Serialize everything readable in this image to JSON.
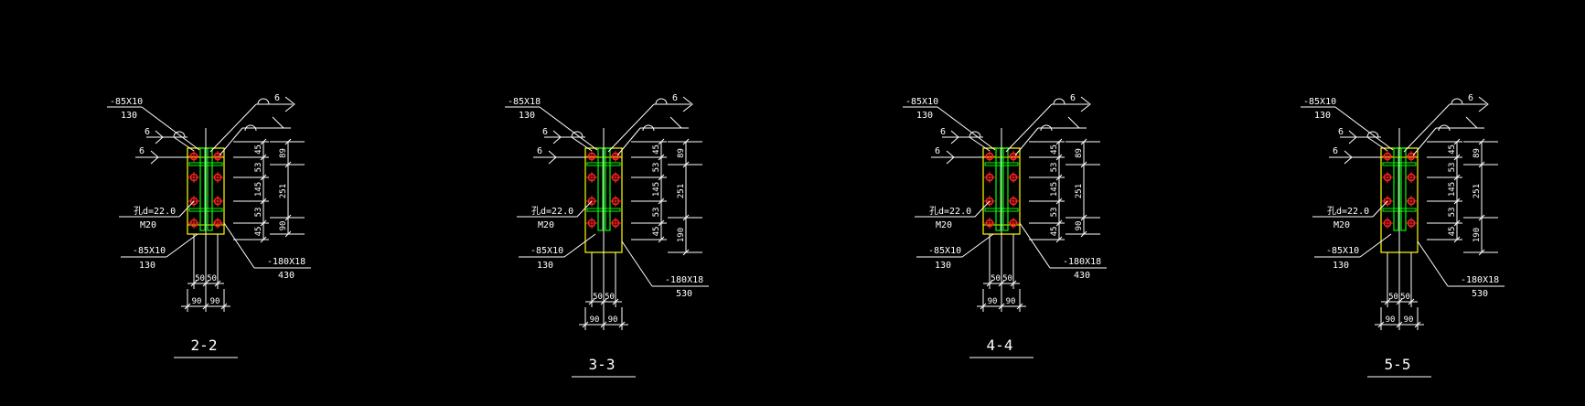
{
  "colors": {
    "background": "#000000",
    "line": "#ffffff",
    "plate": "#ffff00",
    "web": "#00ff00",
    "bolt": "#ff2020"
  },
  "sections": [
    {
      "id": "2-2",
      "title": "2-2",
      "extended": false,
      "labels": {
        "flange_top": "-85X10",
        "flange_top_len": "130",
        "weld_top": "6",
        "weld_left_1": "6",
        "weld_left_2": "6",
        "hole": "孔d=22.0",
        "bolt": "M20",
        "flange_bottom": "-85X10",
        "flange_bottom_len": "130",
        "plate": "-180X18",
        "plate_len": "430"
      },
      "dims_vertical_inner": [
        "45",
        "53",
        "145",
        "53",
        "45"
      ],
      "dims_vertical_outer": [
        "89",
        "251",
        "90"
      ],
      "dims_bottom_inner": [
        "50",
        "50"
      ],
      "dims_bottom_outer": [
        "90",
        "90"
      ]
    },
    {
      "id": "3-3",
      "title": "3-3",
      "extended": true,
      "labels": {
        "flange_top": "-85X18",
        "flange_top_len": "130",
        "weld_top": "6",
        "weld_left_1": "6",
        "weld_left_2": "6",
        "hole": "孔d=22.0",
        "bolt": "M20",
        "flange_bottom": "-85X10",
        "flange_bottom_len": "130",
        "plate": "-180X18",
        "plate_len": "530"
      },
      "dims_vertical_inner": [
        "45",
        "53",
        "145",
        "53",
        "45"
      ],
      "dims_vertical_outer": [
        "89",
        "251",
        "190"
      ],
      "dims_bottom_inner": [
        "50",
        "50"
      ],
      "dims_bottom_outer": [
        "90",
        "90"
      ]
    },
    {
      "id": "4-4",
      "title": "4-4",
      "extended": false,
      "labels": {
        "flange_top": "-85X10",
        "flange_top_len": "130",
        "weld_top": "6",
        "weld_left_1": "6",
        "weld_left_2": "6",
        "hole": "孔d=22.0",
        "bolt": "M20",
        "flange_bottom": "-85X10",
        "flange_bottom_len": "130",
        "plate": "-180X18",
        "plate_len": "430"
      },
      "dims_vertical_inner": [
        "45",
        "53",
        "145",
        "53",
        "45"
      ],
      "dims_vertical_outer": [
        "89",
        "251",
        "90"
      ],
      "dims_bottom_inner": [
        "50",
        "50"
      ],
      "dims_bottom_outer": [
        "90",
        "90"
      ]
    },
    {
      "id": "5-5",
      "title": "5-5",
      "extended": true,
      "labels": {
        "flange_top": "-85X10",
        "flange_top_len": "130",
        "weld_top": "6",
        "weld_left_1": "6",
        "weld_left_2": "6",
        "hole": "孔d=22.0",
        "bolt": "M20",
        "flange_bottom": "-85X10",
        "flange_bottom_len": "130",
        "plate": "-180X18",
        "plate_len": "530"
      },
      "dims_vertical_inner": [
        "45",
        "53",
        "145",
        "53",
        "45"
      ],
      "dims_vertical_outer": [
        "89",
        "251",
        "190"
      ],
      "dims_bottom_inner": [
        "50",
        "50"
      ],
      "dims_bottom_outer": [
        "90",
        "90"
      ]
    }
  ]
}
